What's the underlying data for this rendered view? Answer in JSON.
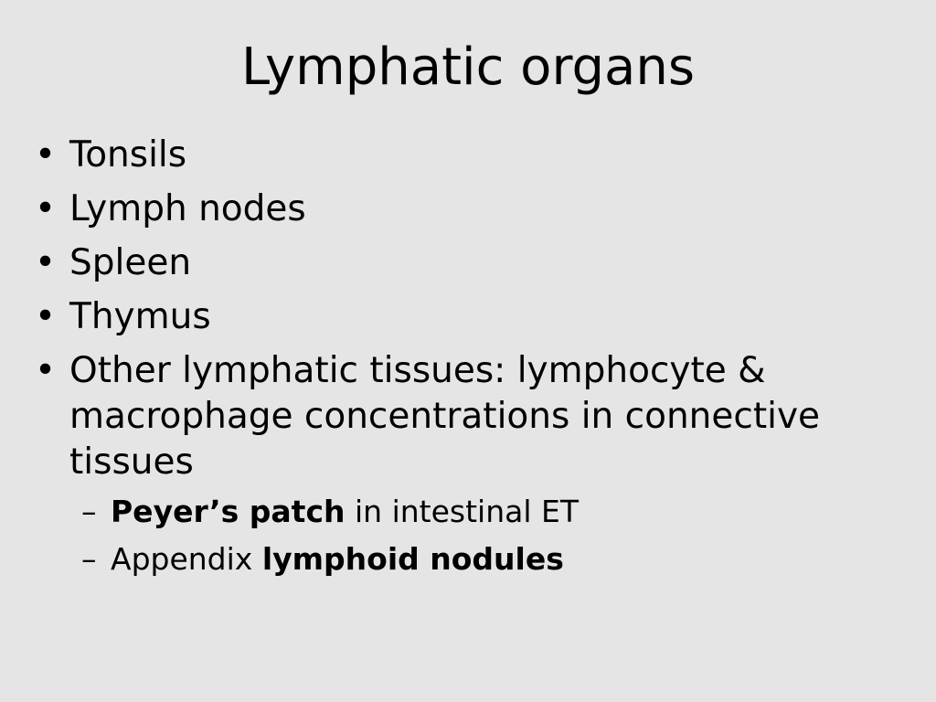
{
  "slide": {
    "title": "Lymphatic organs",
    "bullet_marker": "•",
    "dash_marker": "–",
    "bullets": [
      {
        "text": "Tonsils"
      },
      {
        "text": "Lymph nodes"
      },
      {
        "text": "Spleen"
      },
      {
        "text": "Thymus"
      },
      {
        "text": "Other lymphatic tissues: lymphocyte & macrophage concentrations in connective tissues"
      }
    ],
    "sub_items": [
      {
        "bold": "Peyer’s patch",
        "normal": " in intestinal ET"
      },
      {
        "normal": "Appendix ",
        "bold": "lymphoid nodules"
      }
    ]
  }
}
